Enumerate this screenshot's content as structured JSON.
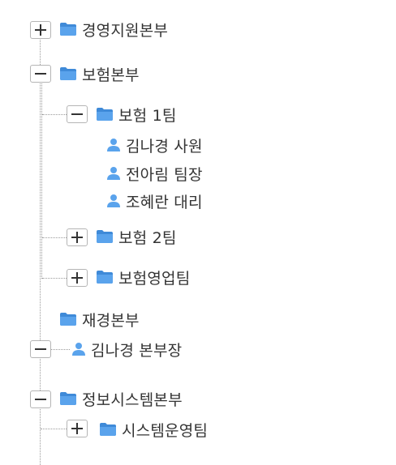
{
  "tree": {
    "nodes": [
      {
        "label": "경영지원본부",
        "type": "folder",
        "toggle": "plus"
      },
      {
        "label": "보험본부",
        "type": "folder",
        "toggle": "minus"
      },
      {
        "label": "보험 1팀",
        "type": "folder",
        "toggle": "minus"
      },
      {
        "label": "김나경 사원",
        "type": "person",
        "toggle": "none"
      },
      {
        "label": "전아림 팀장",
        "type": "person",
        "toggle": "none"
      },
      {
        "label": "조혜란 대리",
        "type": "person",
        "toggle": "none"
      },
      {
        "label": "보험 2팀",
        "type": "folder",
        "toggle": "plus"
      },
      {
        "label": "보험영업팀",
        "type": "folder",
        "toggle": "plus"
      },
      {
        "label": "재경본부",
        "type": "folder",
        "toggle": "none"
      },
      {
        "label": "김나경 본부장",
        "type": "person",
        "toggle": "minus"
      },
      {
        "label": "정보시스템본부",
        "type": "folder",
        "toggle": "minus"
      },
      {
        "label": "시스템운영팀",
        "type": "folder",
        "toggle": "plus"
      }
    ]
  },
  "colors": {
    "folder": "#5aa3ec",
    "folder_dark": "#3f8ad8",
    "person": "#5aa3ec",
    "text": "#333333"
  }
}
